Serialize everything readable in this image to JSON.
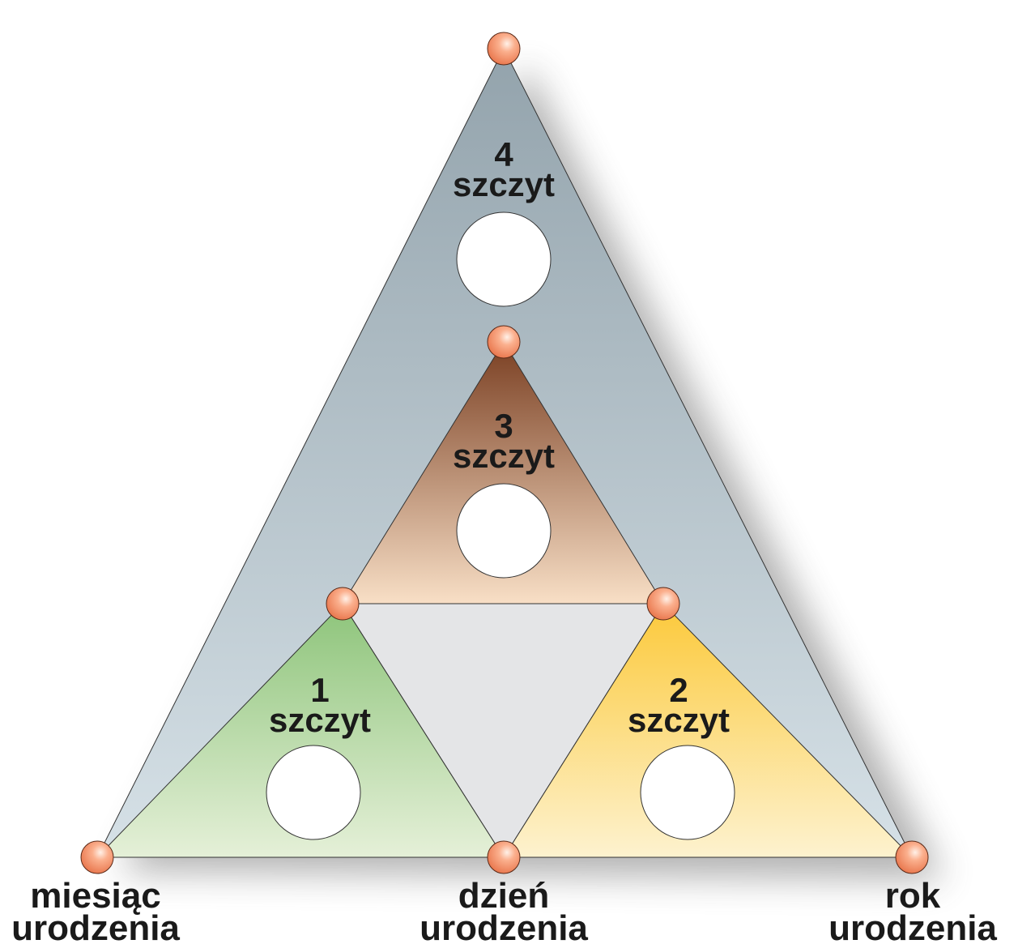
{
  "peaks": [
    {
      "number": "1",
      "word": "szczyt",
      "color_top": "#8dc47a",
      "color_bottom": "#e5f0d8"
    },
    {
      "number": "2",
      "word": "szczyt",
      "color_top": "#fcc93a",
      "color_bottom": "#fdf2cf"
    },
    {
      "number": "3",
      "word": "szczyt",
      "color_top": "#7a3f22",
      "color_bottom": "#f8dfc6"
    },
    {
      "number": "4",
      "word": "szczyt",
      "color_top": "#93a3ac",
      "color_bottom": "#d6e1e7"
    }
  ],
  "corners": {
    "left": {
      "line1": "miesiąc",
      "line2": "urodzenia"
    },
    "middle": {
      "line1": "dzień",
      "line2": "urodzenia"
    },
    "right": {
      "line1": "rok",
      "line2": "urodzenia"
    }
  },
  "colors": {
    "center": "#e4e5e7",
    "node": "#f4936a"
  }
}
